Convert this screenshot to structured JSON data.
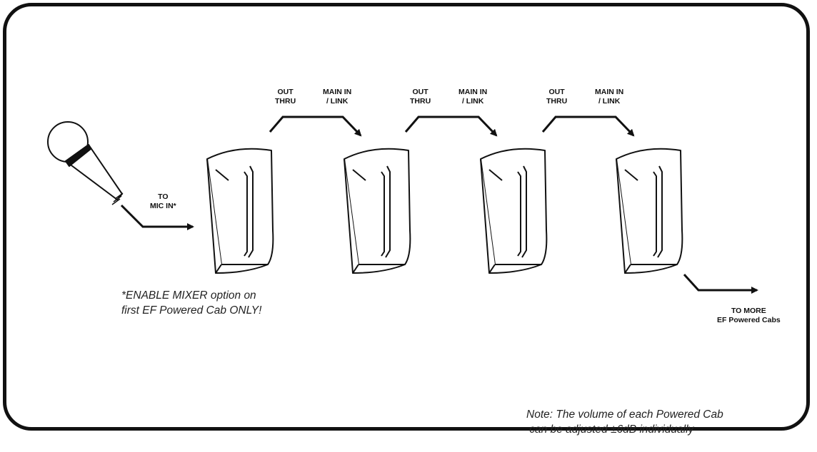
{
  "port_labels": [
    {
      "out_thru": [
        "OUT",
        "THRU"
      ],
      "main_in": [
        "MAIN IN",
        "/ LINK"
      ]
    },
    {
      "out_thru": [
        "OUT",
        "THRU"
      ],
      "main_in": [
        "MAIN IN",
        "/ LINK"
      ]
    },
    {
      "out_thru": [
        "OUT",
        "THRU"
      ],
      "main_in": [
        "MAIN IN",
        "/ LINK"
      ]
    }
  ],
  "mic_label": [
    "TO",
    "MIC IN*"
  ],
  "more_label": [
    "TO MORE",
    "EF Powered Cabs"
  ],
  "mixer_note": [
    "*ENABLE MIXER option on",
    "first EF Powered Cab ONLY!"
  ],
  "volume_note": [
    "Note: The volume of each Powered Cab",
    " can be adjusted ±6dB individually"
  ],
  "speaker_count": 4
}
